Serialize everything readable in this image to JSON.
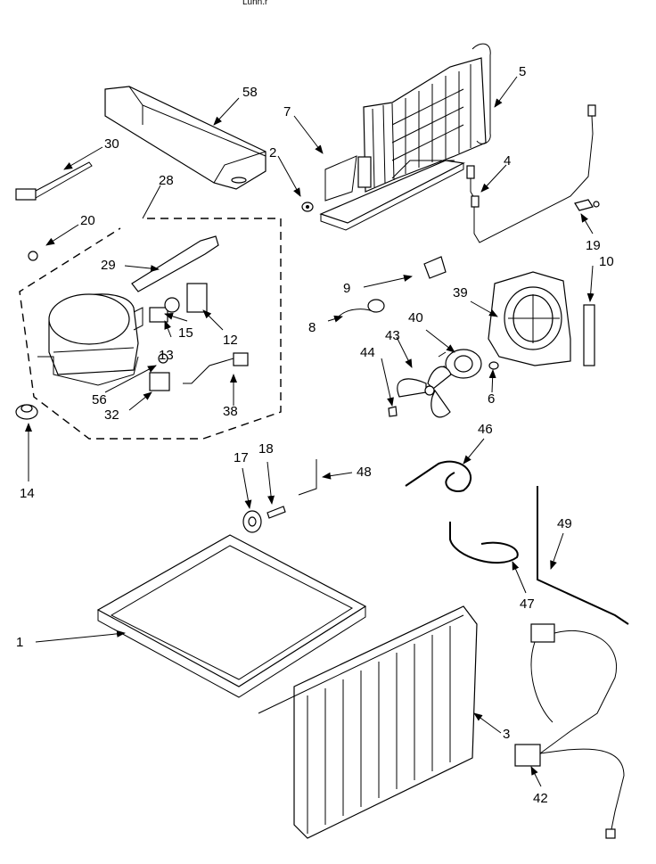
{
  "diagram": {
    "header_fragment": "Lunn.r",
    "callouts": [
      "58",
      "7",
      "5",
      "30",
      "2",
      "4",
      "28",
      "20",
      "19",
      "29",
      "9",
      "10",
      "39",
      "12",
      "8",
      "40",
      "15",
      "43",
      "13",
      "44",
      "6",
      "56",
      "32",
      "38",
      "14",
      "46",
      "17",
      "18",
      "48",
      "49",
      "47",
      "1",
      "3",
      "42"
    ]
  }
}
